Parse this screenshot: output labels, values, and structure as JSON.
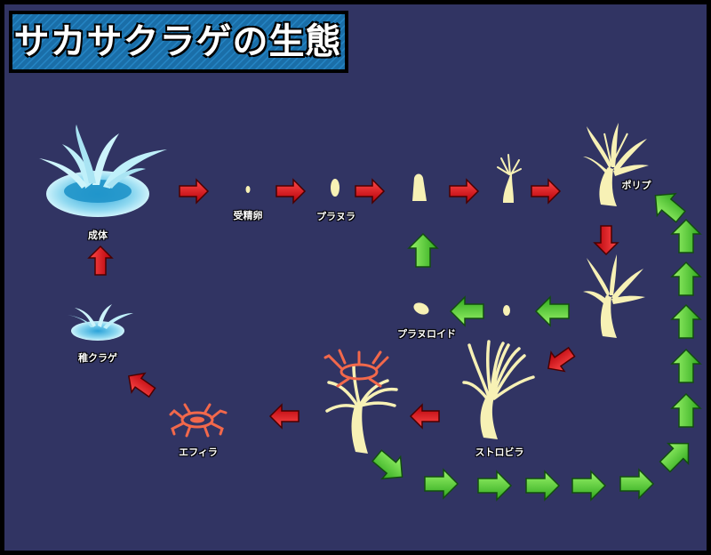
{
  "title": "サカサクラゲの生態",
  "stages": {
    "adult": "成体",
    "fertilized_egg": "受精卵",
    "planula": "プラヌラ",
    "polyp": "ポリプ",
    "planuloid": "プラヌロイド",
    "strobila": "ストロビラ",
    "ephyra": "エフィラ",
    "young_jellyfish": "稚クラゲ"
  },
  "colors": {
    "background": "#313463",
    "border": "#000000",
    "title_box": "#1a6ea8",
    "red_arrow": "#d8101a",
    "green_arrow": "#62d630",
    "organism": "#f7f1b5",
    "jellyfish": "#a9e4f3",
    "ephyra": "#f2684b"
  }
}
